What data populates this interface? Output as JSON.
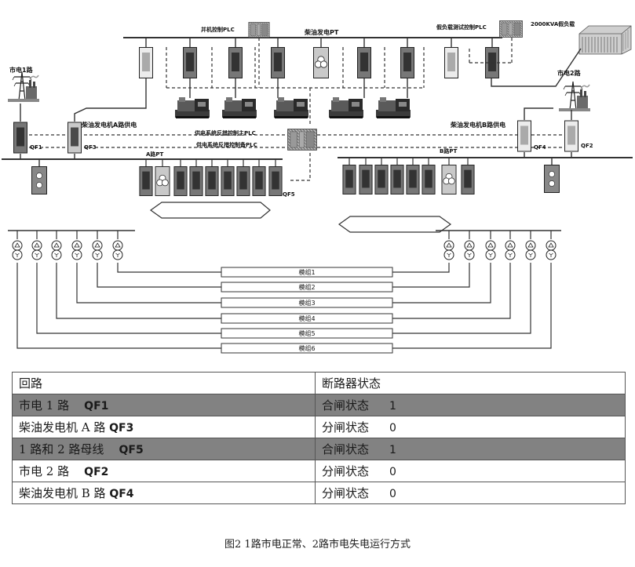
{
  "diagram": {
    "labels": {
      "parallel_plc": "并机控制PLC",
      "diesel_pt": "柴油发电PT",
      "dummy_load_plc": "假负载测试控制PLC",
      "dummy_load": "2000KVA假负载",
      "grid1": "市电1路",
      "grid2": "市电2路",
      "gen_a_supply": "柴油发电机A路供电",
      "gen_b_supply": "柴油发电机B路供电",
      "main_plc": "供电系统反措控制主PLC",
      "backup_plc": "供电系统反措控制备PLC",
      "pt_a": "A路PT",
      "pt_b": "B路PT",
      "qf1": "QF1",
      "qf2": "QF2",
      "qf3": "QF3",
      "qf4": "QF4",
      "qf5": "QF5"
    },
    "modules": [
      "模组1",
      "模组2",
      "模组3",
      "模组4",
      "模组5",
      "模组6"
    ]
  },
  "table": {
    "headers": [
      "回路",
      "断路器状态"
    ],
    "rows": [
      {
        "circuit": "市电 1 路",
        "breaker": "QF1",
        "state": "合闸状态",
        "value": "1",
        "highlight": true
      },
      {
        "circuit": "柴油发电机 A 路",
        "breaker": "QF3",
        "state": "分闸状态",
        "value": "0",
        "highlight": false
      },
      {
        "circuit": "1 路和 2 路母线",
        "breaker": "QF5",
        "state": "合闸状态",
        "value": "1",
        "highlight": true
      },
      {
        "circuit": "市电 2 路",
        "breaker": "QF2",
        "state": "分闸状态",
        "value": "0",
        "highlight": false
      },
      {
        "circuit": "柴油发电机 B 路",
        "breaker": "QF4",
        "state": "分闸状态",
        "value": "0",
        "highlight": false
      }
    ]
  },
  "caption": "图2  1路市电正常、2路市电失电运行方式"
}
